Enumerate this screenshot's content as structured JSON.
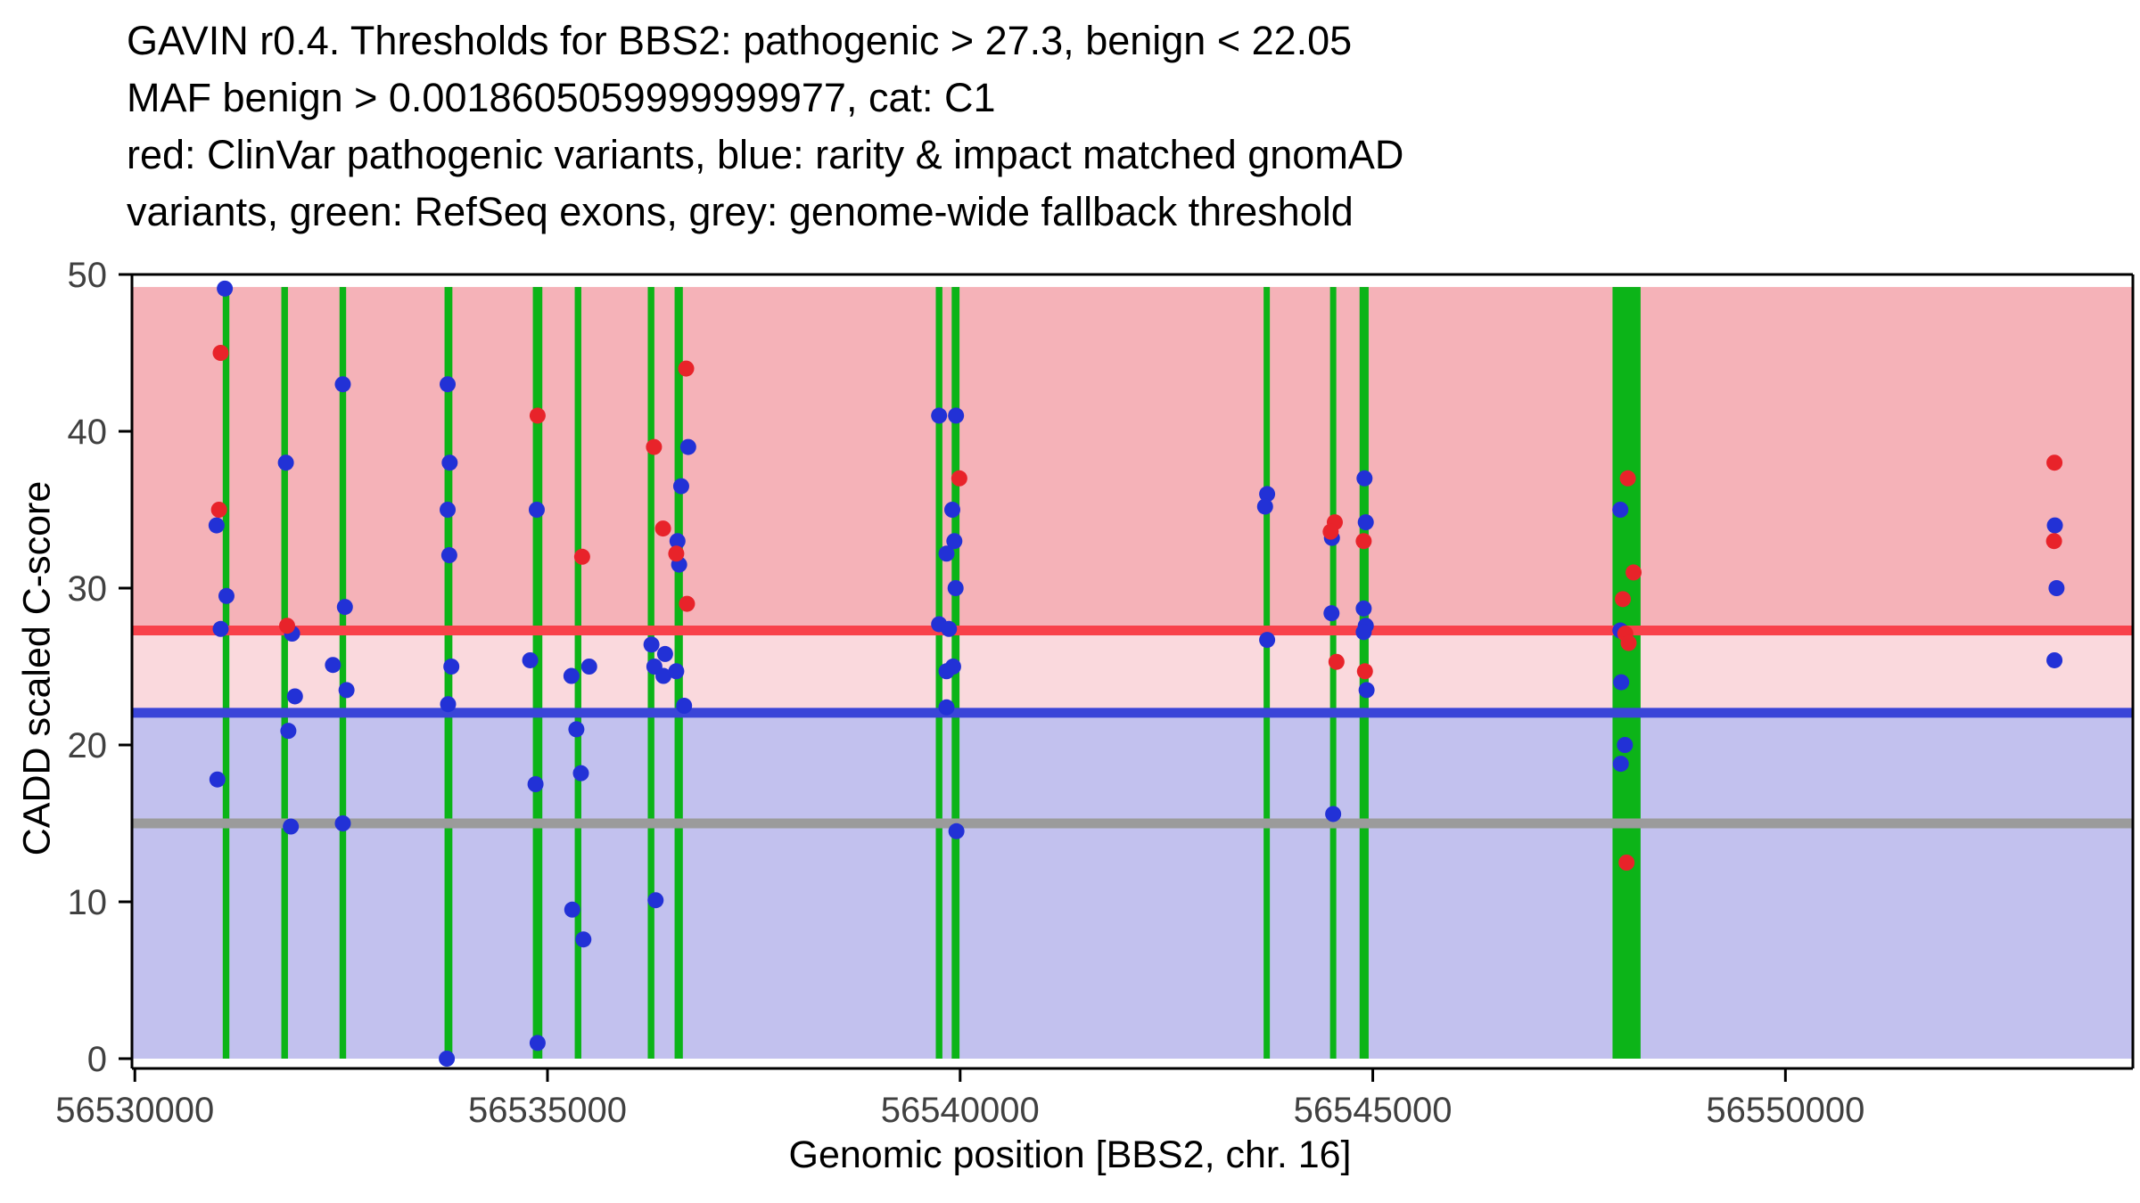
{
  "title": {
    "line1": "GAVIN r0.4. Thresholds for BBS2: pathogenic > 27.3, benign < 22.05",
    "line2": "MAF benign > 0.0018605059999999977, cat: C1",
    "line3": "red: ClinVar pathogenic variants, blue: rarity & impact matched gnomAD",
    "line4": "variants, green: RefSeq exons, grey: genome-wide fallback threshold"
  },
  "chart_data": {
    "type": "scatter",
    "title": "GAVIN r0.4. Thresholds for BBS2",
    "xlabel": "Genomic position [BBS2, chr. 16]",
    "ylabel": "CADD scaled C-score",
    "x_domain": [
      56529965,
      56554210
    ],
    "y_domain": [
      -0.65,
      50
    ],
    "y_ticks": [
      0,
      10,
      20,
      30,
      40,
      50
    ],
    "x_ticks": [
      56530000,
      56535000,
      56540000,
      56545000,
      56550000
    ],
    "x_tick_labels": [
      "56530000",
      "56535000",
      "56540000",
      "56545000",
      "56550000"
    ],
    "band_top": 49.2,
    "thresholds": {
      "pathogenic": 27.3,
      "benign": 22.05,
      "fallback": 15
    },
    "colors": {
      "pathogenic_band": "#f5b2b8",
      "intermediate_band": "#fad9dd",
      "benign_band": "#c2c1ee",
      "pathogenic_line": "#f8414a",
      "benign_line": "#3a45d8",
      "fallback_line": "#9b9b9b",
      "exon": "#0cb418",
      "clinvar_point": "#e8232a",
      "gnomad_point": "#2231d6",
      "border": "#000000",
      "tick_label": "#404040"
    },
    "exons": [
      [
        56531105,
        80
      ],
      [
        56531815,
        80
      ],
      [
        56532520,
        80
      ],
      [
        56533800,
        95
      ],
      [
        56534880,
        115
      ],
      [
        56535370,
        80
      ],
      [
        56536255,
        80
      ],
      [
        56536590,
        100
      ],
      [
        56539745,
        80
      ],
      [
        56539945,
        95
      ],
      [
        56543715,
        70
      ],
      [
        56544520,
        70
      ],
      [
        56544895,
        110
      ],
      [
        56548075,
        340
      ]
    ],
    "series": [
      {
        "name": "ClinVar pathogenic variants",
        "color": "#e8232a",
        "point_name": "clinvar-point",
        "points": [
          [
            56531040,
            45.0
          ],
          [
            56531020,
            35.0
          ],
          [
            56531845,
            27.6
          ],
          [
            56534880,
            41.0
          ],
          [
            56535420,
            32.0
          ],
          [
            56536290,
            39.0
          ],
          [
            56536400,
            33.8
          ],
          [
            56536560,
            32.2
          ],
          [
            56536680,
            44.0
          ],
          [
            56536690,
            29.0
          ],
          [
            56539990,
            37.0
          ],
          [
            56544540,
            34.2
          ],
          [
            56544490,
            33.6
          ],
          [
            56544560,
            25.3
          ],
          [
            56544890,
            33.0
          ],
          [
            56544905,
            24.7
          ],
          [
            56548090,
            37.0
          ],
          [
            56548160,
            31.0
          ],
          [
            56548030,
            29.3
          ],
          [
            56548060,
            27.1
          ],
          [
            56548100,
            26.5
          ],
          [
            56548075,
            12.5
          ],
          [
            56553260,
            38.0
          ],
          [
            56553255,
            33.0
          ]
        ]
      },
      {
        "name": "rarity & impact matched gnomAD variants",
        "color": "#2231d6",
        "point_name": "gnomad-point",
        "points": [
          [
            56531090,
            49.1
          ],
          [
            56530990,
            34.0
          ],
          [
            56531110,
            29.5
          ],
          [
            56531040,
            27.4
          ],
          [
            56531000,
            17.8
          ],
          [
            56531830,
            38.0
          ],
          [
            56531905,
            27.1
          ],
          [
            56531940,
            23.1
          ],
          [
            56531860,
            20.9
          ],
          [
            56531890,
            14.8
          ],
          [
            56532520,
            43.0
          ],
          [
            56532545,
            28.8
          ],
          [
            56532400,
            25.1
          ],
          [
            56532565,
            23.5
          ],
          [
            56532520,
            15.0
          ],
          [
            56533790,
            43.0
          ],
          [
            56533815,
            38.0
          ],
          [
            56533790,
            35.0
          ],
          [
            56533810,
            32.1
          ],
          [
            56533835,
            25.0
          ],
          [
            56533795,
            22.6
          ],
          [
            56533780,
            0.0
          ],
          [
            56534870,
            35.0
          ],
          [
            56534790,
            25.4
          ],
          [
            56534855,
            17.5
          ],
          [
            56534880,
            1.0
          ],
          [
            56535290,
            24.4
          ],
          [
            56535505,
            25.0
          ],
          [
            56535350,
            21.0
          ],
          [
            56535405,
            18.2
          ],
          [
            56535300,
            9.5
          ],
          [
            56535435,
            7.6
          ],
          [
            56536705,
            39.0
          ],
          [
            56536620,
            36.5
          ],
          [
            56536575,
            33.0
          ],
          [
            56536595,
            31.5
          ],
          [
            56536260,
            26.4
          ],
          [
            56536425,
            25.8
          ],
          [
            56536295,
            25.0
          ],
          [
            56536560,
            24.7
          ],
          [
            56536405,
            24.4
          ],
          [
            56536655,
            22.5
          ],
          [
            56536310,
            10.1
          ],
          [
            56539745,
            41.0
          ],
          [
            56539950,
            41.0
          ],
          [
            56539905,
            35.0
          ],
          [
            56539930,
            33.0
          ],
          [
            56539835,
            32.2
          ],
          [
            56539945,
            30.0
          ],
          [
            56539745,
            27.7
          ],
          [
            56539865,
            27.4
          ],
          [
            56539915,
            25.0
          ],
          [
            56539835,
            24.7
          ],
          [
            56539835,
            22.4
          ],
          [
            56539955,
            14.5
          ],
          [
            56543720,
            36.0
          ],
          [
            56543695,
            35.2
          ],
          [
            56543720,
            26.7
          ],
          [
            56544505,
            33.2
          ],
          [
            56544900,
            37.0
          ],
          [
            56544915,
            34.2
          ],
          [
            56544500,
            28.4
          ],
          [
            56544890,
            28.7
          ],
          [
            56544915,
            27.6
          ],
          [
            56544890,
            27.2
          ],
          [
            56544925,
            23.5
          ],
          [
            56544520,
            15.6
          ],
          [
            56548000,
            35.0
          ],
          [
            56548000,
            27.3
          ],
          [
            56548010,
            24.0
          ],
          [
            56548055,
            20.0
          ],
          [
            56548005,
            18.8
          ],
          [
            56553265,
            34.0
          ],
          [
            56553285,
            30.0
          ],
          [
            56553260,
            25.4
          ]
        ]
      }
    ]
  }
}
